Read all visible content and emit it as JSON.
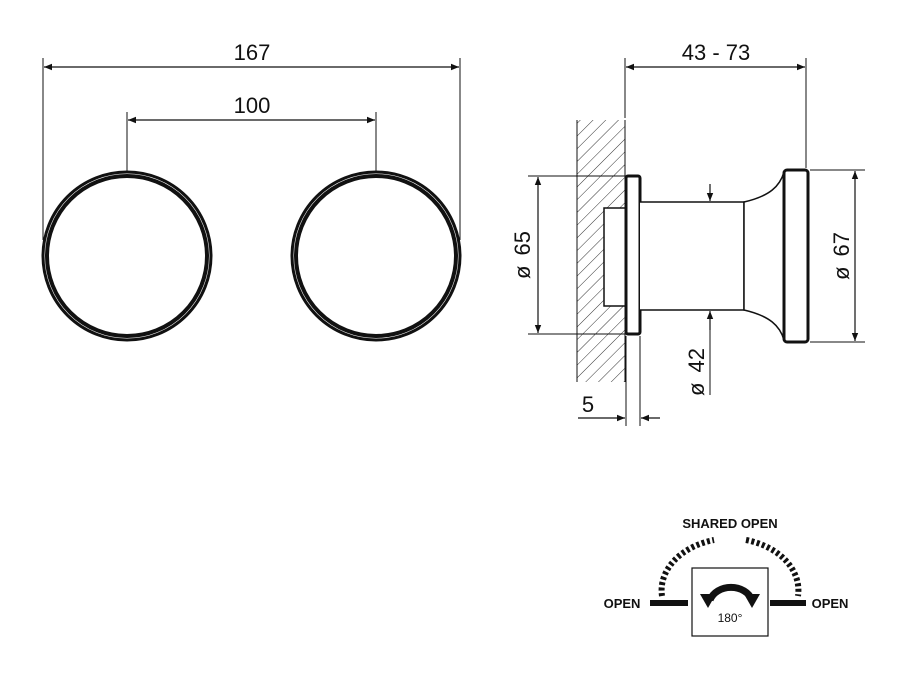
{
  "front_view": {
    "overall_width": "167",
    "center_distance": "100"
  },
  "side_view": {
    "depth_range": "43 - 73",
    "diameter_flange": "65",
    "diameter_body": "42",
    "diameter_knob": "67",
    "wall_offset": "5",
    "diameter_symbol": "ø"
  },
  "rotation_legend": {
    "top_label": "SHARED OPEN",
    "left_label": "OPEN",
    "right_label": "OPEN",
    "angle": "180°"
  }
}
